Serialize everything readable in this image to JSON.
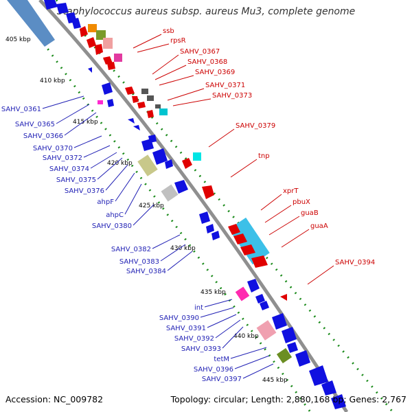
{
  "title": "Staphylococcus aureus subsp. aureus Mu3, complete genome",
  "footer": {
    "accession": "Accession: NC_009782",
    "topology": "Topology: circular; Length: 2,880,168 bp; Genes: 2,767"
  },
  "colors": {
    "backbone": "#8f8f8f",
    "forward_label": "#cc0000",
    "reverse_label": "#1f1fb4",
    "tick": "#1a8a1a"
  },
  "ticks": [
    "405 kbp",
    "410 kbp",
    "415 kbp",
    "420 kbp",
    "425 kbp",
    "430 kbp",
    "435 kbp",
    "440 kbp",
    "445 kbp"
  ],
  "forward_labels": [
    "ssb",
    "rpsR",
    "SAHV_0367",
    "SAHV_0368",
    "SAHV_0369",
    "SAHV_0371",
    "SAHV_0373",
    "SAHV_0379",
    "tnp",
    "xprT",
    "pbuX",
    "guaB",
    "guaA",
    "SAHV_0394"
  ],
  "reverse_labels": [
    "SAHV_0361",
    "SAHV_0365",
    "SAHV_0366",
    "SAHV_0370",
    "SAHV_0372",
    "SAHV_0374",
    "SAHV_0375",
    "SAHV_0376",
    "ahpF",
    "ahpC",
    "SAHV_0380",
    "SAHV_0382",
    "SAHV_0383",
    "SAHV_0384",
    "int",
    "SAHV_0390",
    "SAHV_0391",
    "SAHV_0392",
    "SAHV_0393",
    "tetM",
    "SAHV_0396",
    "SAHV_0397"
  ]
}
